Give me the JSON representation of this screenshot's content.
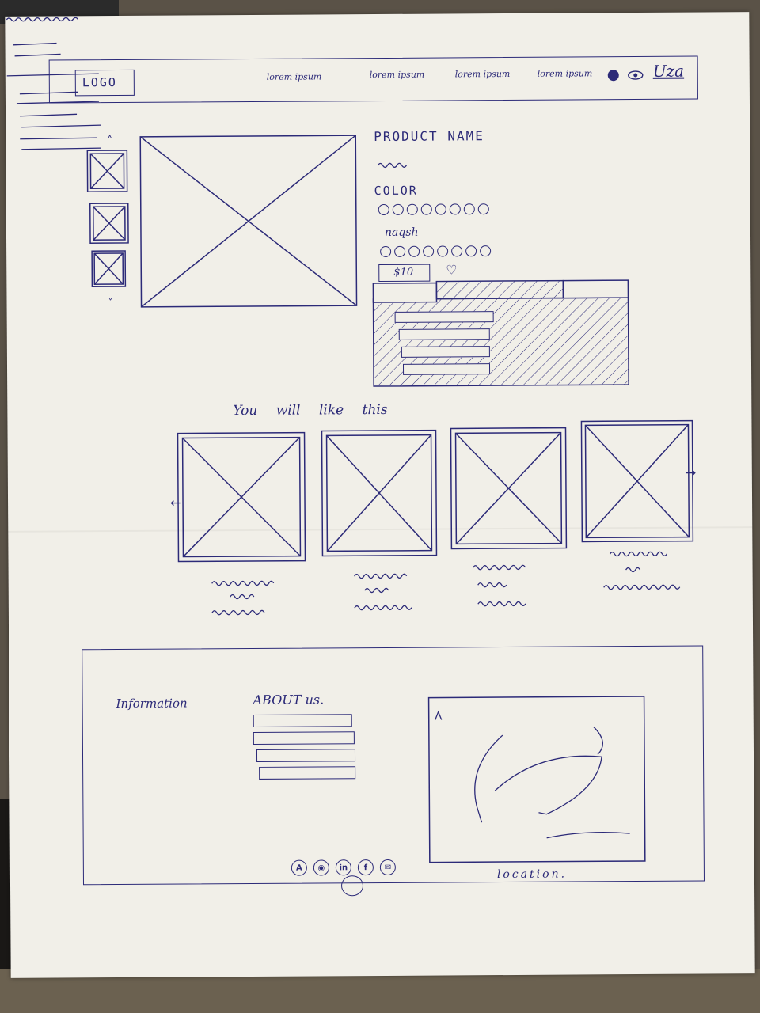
{
  "header": {
    "logo": "LOGO",
    "nav": [
      "lorem ipsum",
      "lorem ipsum",
      "lorem ipsum",
      "lorem ipsum"
    ],
    "language": "Uza"
  },
  "product": {
    "name": "PRODUCT NAME",
    "color_label": "COLOR",
    "pattern_label": "naqsh",
    "price": "$10"
  },
  "recommend": {
    "title": "You will like this"
  },
  "footer": {
    "information_title": "Information",
    "about_title": "ABOUT us.",
    "location_label": "location."
  },
  "colors": {
    "ink": "#2c2a78",
    "paper": "#f1efe8"
  }
}
